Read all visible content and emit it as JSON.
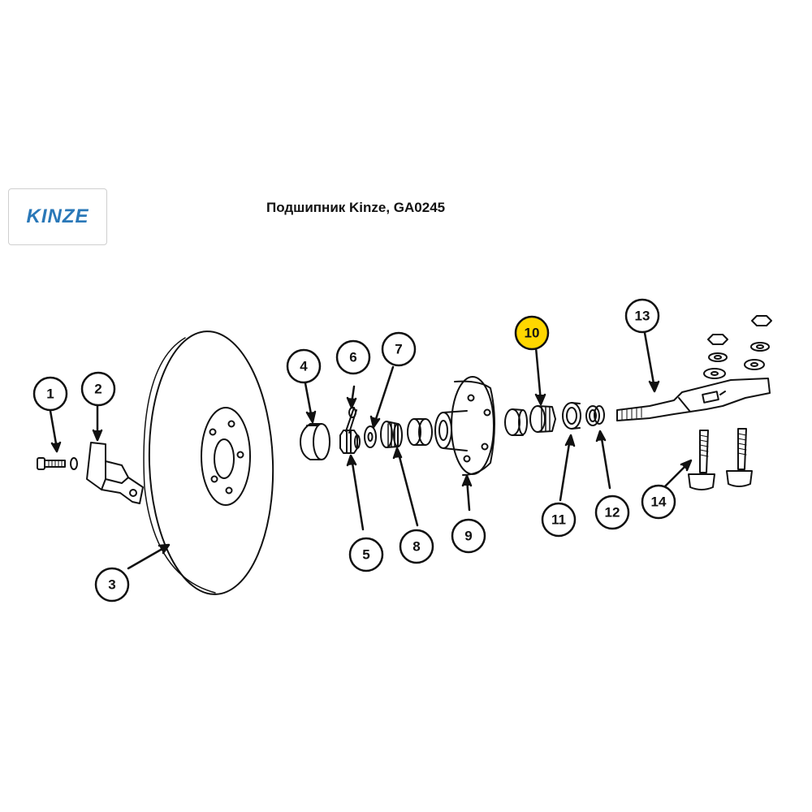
{
  "title": "Подшипник Kinze, GA0245",
  "logo": {
    "text": "KINZE"
  },
  "highlight_color": "#ffd700",
  "callouts": [
    {
      "number": "1"
    },
    {
      "number": "2"
    },
    {
      "number": "3"
    },
    {
      "number": "4"
    },
    {
      "number": "5"
    },
    {
      "number": "6"
    },
    {
      "number": "7"
    },
    {
      "number": "8"
    },
    {
      "number": "9"
    },
    {
      "number": "10",
      "highlighted": true
    },
    {
      "number": "11"
    },
    {
      "number": "12"
    },
    {
      "number": "13"
    },
    {
      "number": "14"
    }
  ]
}
